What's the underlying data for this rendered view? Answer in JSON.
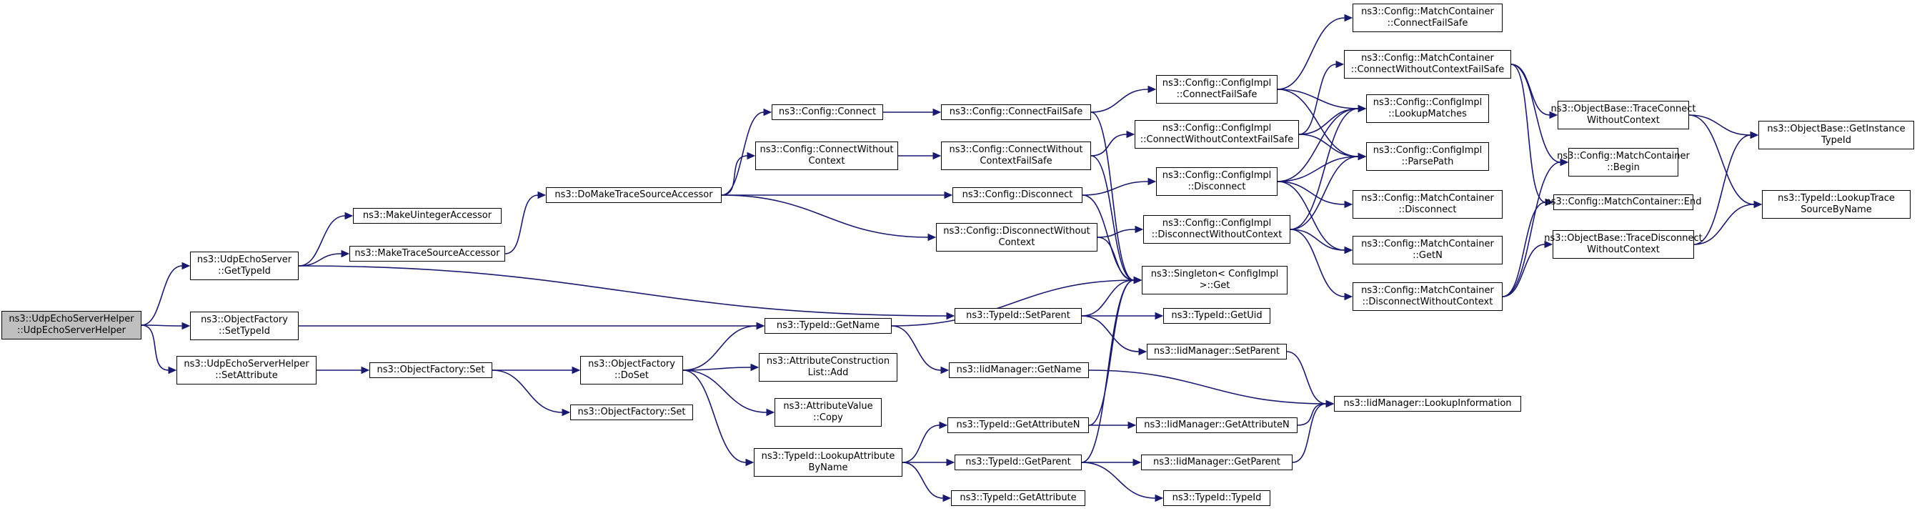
{
  "graph": {
    "root": "udpechoserverhelper-ctor",
    "nodes": [
      {
        "id": "udpechoserverhelper-ctor",
        "lines": [
          "ns3::UdpEchoServerHelper",
          "::UdpEchoServerHelper"
        ]
      },
      {
        "id": "udpechoserver-gettypeid",
        "lines": [
          "ns3::UdpEchoServer",
          "::GetTypeId"
        ]
      },
      {
        "id": "objectfactory-settypeid",
        "lines": [
          "ns3::ObjectFactory",
          "::SetTypeId"
        ]
      },
      {
        "id": "udpechoserverhelper-setattribute",
        "lines": [
          "ns3::UdpEchoServerHelper",
          "::SetAttribute"
        ]
      },
      {
        "id": "makeuintegeraccessor",
        "lines": [
          "ns3::MakeUintegerAccessor"
        ]
      },
      {
        "id": "maketracesourceaccessor",
        "lines": [
          "ns3::MakeTraceSourceAccessor"
        ]
      },
      {
        "id": "domaketracesourceaccessor",
        "lines": [
          "ns3::DoMakeTraceSourceAccessor"
        ]
      },
      {
        "id": "typeid-getname",
        "lines": [
          "ns3::TypeId::GetName"
        ]
      },
      {
        "id": "typeid-setparent",
        "lines": [
          "ns3::TypeId::SetParent"
        ]
      },
      {
        "id": "objectfactory-set-a",
        "lines": [
          "ns3::ObjectFactory::Set"
        ]
      },
      {
        "id": "objectfactory-set-b",
        "lines": [
          "ns3::ObjectFactory::Set"
        ]
      },
      {
        "id": "objectfactory-doset",
        "lines": [
          "ns3::ObjectFactory",
          "::DoSet"
        ]
      },
      {
        "id": "config-connect",
        "lines": [
          "ns3::Config::Connect"
        ]
      },
      {
        "id": "config-connectwithoutcontext",
        "lines": [
          "ns3::Config::ConnectWithout",
          "Context"
        ]
      },
      {
        "id": "config-disconnect",
        "lines": [
          "ns3::Config::Disconnect"
        ]
      },
      {
        "id": "config-disconnectwithoutcontext",
        "lines": [
          "ns3::Config::DisconnectWithout",
          "Context"
        ]
      },
      {
        "id": "config-connectfailsafe",
        "lines": [
          "ns3::Config::ConnectFailSafe"
        ]
      },
      {
        "id": "config-connectwithoutcontextfailsafe",
        "lines": [
          "ns3::Config::ConnectWithout",
          "ContextFailSafe"
        ]
      },
      {
        "id": "configimpl-connectfailsafe",
        "lines": [
          "ns3::Config::ConfigImpl",
          "::ConnectFailSafe"
        ]
      },
      {
        "id": "configimpl-connectwithoutcontextfailsafe",
        "lines": [
          "ns3::Config::ConfigImpl",
          "::ConnectWithoutContextFailSafe"
        ]
      },
      {
        "id": "configimpl-disconnect",
        "lines": [
          "ns3::Config::ConfigImpl",
          "::Disconnect"
        ]
      },
      {
        "id": "configimpl-disconnectwithoutcontext",
        "lines": [
          "ns3::Config::ConfigImpl",
          "::DisconnectWithoutContext"
        ]
      },
      {
        "id": "singleton-get",
        "lines": [
          "ns3::Singleton< ConfigImpl",
          ">::Get"
        ]
      },
      {
        "id": "typeid-getuid",
        "lines": [
          "ns3::TypeId::GetUid"
        ]
      },
      {
        "id": "iidmanager-setparent",
        "lines": [
          "ns3::IidManager::SetParent"
        ]
      },
      {
        "id": "iidmanager-getname",
        "lines": [
          "ns3::IidManager::GetName"
        ]
      },
      {
        "id": "attributeconstructionlist-add",
        "lines": [
          "ns3::AttributeConstruction",
          "List::Add"
        ]
      },
      {
        "id": "attributevalue-copy",
        "lines": [
          "ns3::AttributeValue",
          "::Copy"
        ]
      },
      {
        "id": "typeid-lookupattributebyname",
        "lines": [
          "ns3::TypeId::LookupAttribute",
          "ByName"
        ]
      },
      {
        "id": "typeid-getattributen",
        "lines": [
          "ns3::TypeId::GetAttributeN"
        ]
      },
      {
        "id": "typeid-getparent",
        "lines": [
          "ns3::TypeId::GetParent"
        ]
      },
      {
        "id": "typeid-getattribute",
        "lines": [
          "ns3::TypeId::GetAttribute"
        ]
      },
      {
        "id": "iidmanager-getattributen",
        "lines": [
          "ns3::IidManager::GetAttributeN"
        ]
      },
      {
        "id": "iidmanager-getparent",
        "lines": [
          "ns3::IidManager::GetParent"
        ]
      },
      {
        "id": "typeid-typeid",
        "lines": [
          "ns3::TypeId::TypeId"
        ]
      },
      {
        "id": "iidmanager-lookupinformation",
        "lines": [
          "ns3::IidManager::LookupInformation"
        ]
      },
      {
        "id": "matchcontainer-connectfailsafe",
        "lines": [
          "ns3::Config::MatchContainer",
          "::ConnectFailSafe"
        ]
      },
      {
        "id": "matchcontainer-connectwithoutcontextfailsafe",
        "lines": [
          "ns3::Config::MatchContainer",
          "::ConnectWithoutContextFailSafe"
        ]
      },
      {
        "id": "configimpl-lookupmatches",
        "lines": [
          "ns3::Config::ConfigImpl",
          "::LookupMatches"
        ]
      },
      {
        "id": "configimpl-parsepath",
        "lines": [
          "ns3::Config::ConfigImpl",
          "::ParsePath"
        ]
      },
      {
        "id": "matchcontainer-disconnect",
        "lines": [
          "ns3::Config::MatchContainer",
          "::Disconnect"
        ]
      },
      {
        "id": "matchcontainer-getn",
        "lines": [
          "ns3::Config::MatchContainer",
          "::GetN"
        ]
      },
      {
        "id": "matchcontainer-disconnectwithoutcontext",
        "lines": [
          "ns3::Config::MatchContainer",
          "::DisconnectWithoutContext"
        ]
      },
      {
        "id": "objectbase-traceconnectwithoutcontext",
        "lines": [
          "ns3::ObjectBase::TraceConnect",
          "WithoutContext"
        ]
      },
      {
        "id": "matchcontainer-begin",
        "lines": [
          "ns3::Config::MatchContainer",
          "::Begin"
        ]
      },
      {
        "id": "matchcontainer-end",
        "lines": [
          "ns3::Config::MatchContainer::End"
        ]
      },
      {
        "id": "objectbase-tracedisconnectwithoutcontext",
        "lines": [
          "ns3::ObjectBase::TraceDisconnect",
          "WithoutContext"
        ]
      },
      {
        "id": "objectbase-getinstancetypeid",
        "lines": [
          "ns3::ObjectBase::GetInstance",
          "TypeId"
        ]
      },
      {
        "id": "typeid-lookuptracesourcebyname",
        "lines": [
          "ns3::TypeId::LookupTrace",
          "SourceByName"
        ]
      }
    ],
    "edges": [
      [
        "udpechoserverhelper-ctor",
        "udpechoserver-gettypeid"
      ],
      [
        "udpechoserverhelper-ctor",
        "objectfactory-settypeid"
      ],
      [
        "udpechoserverhelper-ctor",
        "udpechoserverhelper-setattribute"
      ],
      [
        "udpechoserver-gettypeid",
        "makeuintegeraccessor"
      ],
      [
        "udpechoserver-gettypeid",
        "maketracesourceaccessor"
      ],
      [
        "udpechoserver-gettypeid",
        "typeid-setparent"
      ],
      [
        "maketracesourceaccessor",
        "domaketracesourceaccessor"
      ],
      [
        "domaketracesourceaccessor",
        "config-connect"
      ],
      [
        "domaketracesourceaccessor",
        "config-connectwithoutcontext"
      ],
      [
        "domaketracesourceaccessor",
        "config-disconnect"
      ],
      [
        "domaketracesourceaccessor",
        "config-disconnectwithoutcontext"
      ],
      [
        "objectfactory-settypeid",
        "typeid-getname"
      ],
      [
        "udpechoserverhelper-setattribute",
        "objectfactory-set-a"
      ],
      [
        "objectfactory-set-a",
        "objectfactory-doset"
      ],
      [
        "objectfactory-set-a",
        "objectfactory-set-b"
      ],
      [
        "objectfactory-doset",
        "typeid-getname"
      ],
      [
        "objectfactory-doset",
        "attributeconstructionlist-add"
      ],
      [
        "objectfactory-doset",
        "attributevalue-copy"
      ],
      [
        "objectfactory-doset",
        "typeid-lookupattributebyname"
      ],
      [
        "typeid-getname",
        "singleton-get"
      ],
      [
        "typeid-getname",
        "iidmanager-getname"
      ],
      [
        "typeid-setparent",
        "singleton-get"
      ],
      [
        "typeid-setparent",
        "typeid-getuid"
      ],
      [
        "typeid-setparent",
        "iidmanager-setparent"
      ],
      [
        "typeid-lookupattributebyname",
        "typeid-getattributen"
      ],
      [
        "typeid-lookupattributebyname",
        "typeid-getparent"
      ],
      [
        "typeid-lookupattributebyname",
        "typeid-getattribute"
      ],
      [
        "typeid-getattributen",
        "singleton-get"
      ],
      [
        "typeid-getattributen",
        "iidmanager-getattributen"
      ],
      [
        "typeid-getparent",
        "singleton-get"
      ],
      [
        "typeid-getparent",
        "iidmanager-getparent"
      ],
      [
        "typeid-getparent",
        "typeid-typeid"
      ],
      [
        "config-connect",
        "config-connectfailsafe"
      ],
      [
        "config-connectwithoutcontext",
        "config-connectwithoutcontextfailsafe"
      ],
      [
        "config-disconnect",
        "configimpl-disconnect"
      ],
      [
        "config-disconnect",
        "singleton-get"
      ],
      [
        "config-disconnectwithoutcontext",
        "configimpl-disconnectwithoutcontext"
      ],
      [
        "config-disconnectwithoutcontext",
        "singleton-get"
      ],
      [
        "config-connectfailsafe",
        "configimpl-connectfailsafe"
      ],
      [
        "config-connectfailsafe",
        "singleton-get"
      ],
      [
        "config-connectwithoutcontextfailsafe",
        "configimpl-connectwithoutcontextfailsafe"
      ],
      [
        "config-connectwithoutcontextfailsafe",
        "singleton-get"
      ],
      [
        "configimpl-connectfailsafe",
        "matchcontainer-connectfailsafe"
      ],
      [
        "configimpl-connectfailsafe",
        "configimpl-lookupmatches"
      ],
      [
        "configimpl-connectfailsafe",
        "configimpl-parsepath"
      ],
      [
        "configimpl-connectwithoutcontextfailsafe",
        "matchcontainer-connectwithoutcontextfailsafe"
      ],
      [
        "configimpl-connectwithoutcontextfailsafe",
        "configimpl-lookupmatches"
      ],
      [
        "configimpl-connectwithoutcontextfailsafe",
        "configimpl-parsepath"
      ],
      [
        "configimpl-disconnect",
        "configimpl-lookupmatches"
      ],
      [
        "configimpl-disconnect",
        "configimpl-parsepath"
      ],
      [
        "configimpl-disconnect",
        "matchcontainer-disconnect"
      ],
      [
        "configimpl-disconnect",
        "matchcontainer-getn"
      ],
      [
        "configimpl-disconnectwithoutcontext",
        "configimpl-lookupmatches"
      ],
      [
        "configimpl-disconnectwithoutcontext",
        "configimpl-parsepath"
      ],
      [
        "configimpl-disconnectwithoutcontext",
        "matchcontainer-getn"
      ],
      [
        "configimpl-disconnectwithoutcontext",
        "matchcontainer-disconnectwithoutcontext"
      ],
      [
        "matchcontainer-connectwithoutcontextfailsafe",
        "objectbase-traceconnectwithoutcontext"
      ],
      [
        "matchcontainer-connectwithoutcontextfailsafe",
        "matchcontainer-begin"
      ],
      [
        "matchcontainer-connectwithoutcontextfailsafe",
        "matchcontainer-end"
      ],
      [
        "matchcontainer-disconnectwithoutcontext",
        "matchcontainer-begin"
      ],
      [
        "matchcontainer-disconnectwithoutcontext",
        "matchcontainer-end"
      ],
      [
        "matchcontainer-disconnectwithoutcontext",
        "objectbase-tracedisconnectwithoutcontext"
      ],
      [
        "objectbase-traceconnectwithoutcontext",
        "objectbase-getinstancetypeid"
      ],
      [
        "objectbase-traceconnectwithoutcontext",
        "typeid-lookuptracesourcebyname"
      ],
      [
        "objectbase-tracedisconnectwithoutcontext",
        "objectbase-getinstancetypeid"
      ],
      [
        "objectbase-tracedisconnectwithoutcontext",
        "typeid-lookuptracesourcebyname"
      ],
      [
        "iidmanager-setparent",
        "iidmanager-lookupinformation"
      ],
      [
        "iidmanager-getname",
        "iidmanager-lookupinformation"
      ],
      [
        "iidmanager-getattributen",
        "iidmanager-lookupinformation"
      ],
      [
        "iidmanager-getparent",
        "iidmanager-lookupinformation"
      ]
    ]
  },
  "colors": {
    "edge": "#191970",
    "node_border": "#000000",
    "node_fill": "#ffffff",
    "root_fill": "#bfbfbf"
  }
}
